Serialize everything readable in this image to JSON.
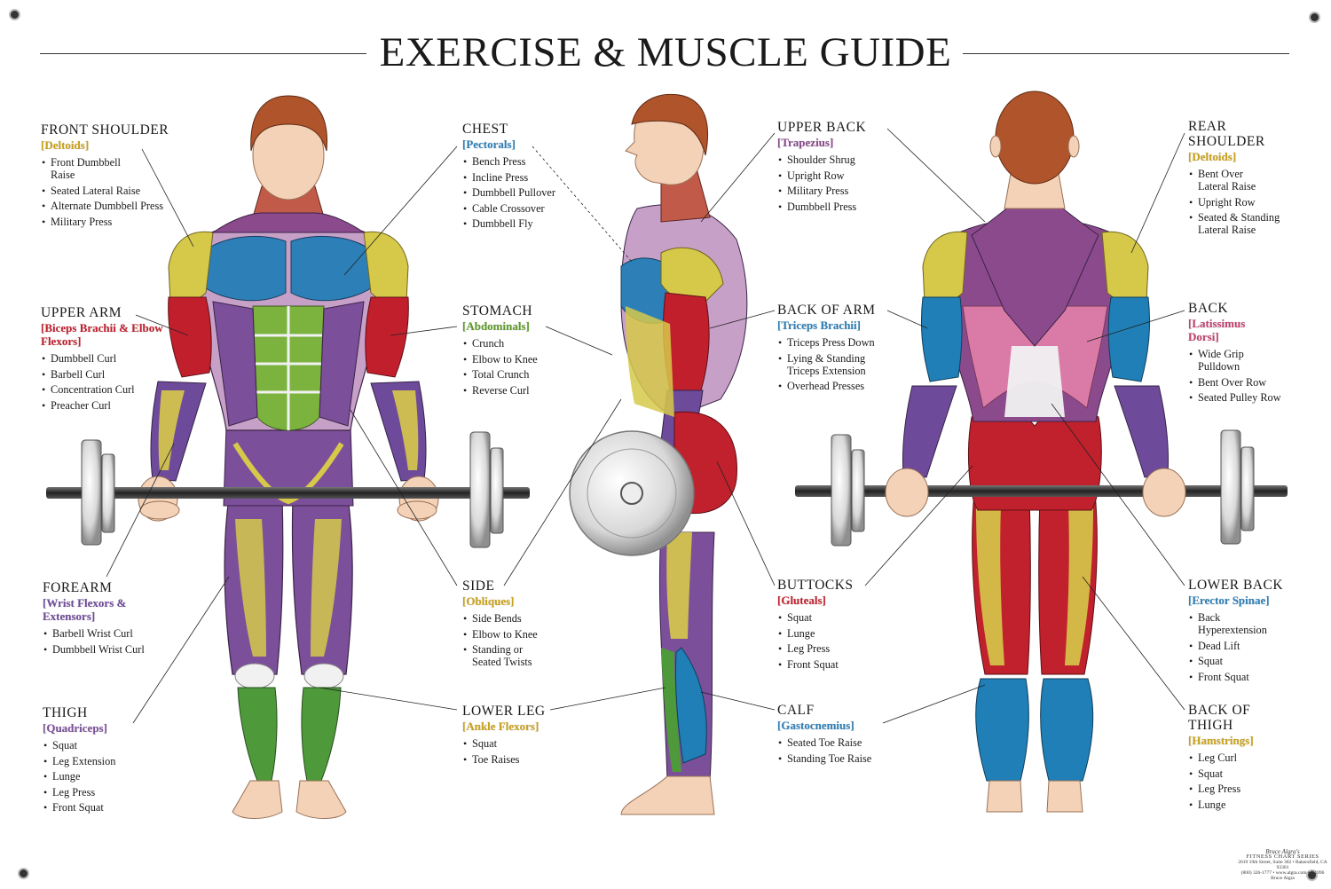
{
  "title": "EXERCISE & MUSCLE GUIDE",
  "colors": {
    "pectorals": "#2d7fb8",
    "abdominals": "#7bb33e",
    "deltoids": "#d6c94a",
    "biceps": "#c21f2d",
    "trapezius": "#8b4a8c",
    "latissimus": "#d97ba6",
    "gluteals": "#c0212c",
    "calves": "#1f7fb6",
    "forearm": "#6e4a9a",
    "quadriceps": "#7c4f9a",
    "tendon": "#f1f1f1",
    "skin": "#f3d2b8",
    "hair": "#b0542b",
    "bar": "#2a2a2a",
    "plate": "#cfcfcf"
  },
  "sections": [
    {
      "key": "front_shoulder",
      "heading": "FRONT SHOULDER",
      "muscle": "[Deltoids]",
      "muscle_color": "#c9a21b",
      "exercises": [
        "Front Dumbbell Raise",
        "Seated Lateral Raise",
        "Alternate Dumbbell Press",
        "Military Press"
      ]
    },
    {
      "key": "upper_arm",
      "heading": "UPPER ARM",
      "muscle": "[Biceps Brachii & Elbow Flexors]",
      "muscle_color": "#c21f2d",
      "exercises": [
        "Dumbbell Curl",
        "Barbell Curl",
        "Concentration Curl",
        "Preacher Curl"
      ]
    },
    {
      "key": "forearm",
      "heading": "FOREARM",
      "muscle": "[Wrist Flexors & Extensors]",
      "muscle_color": "#6e4a9a",
      "exercises": [
        "Barbell Wrist Curl",
        "Dumbbell Wrist Curl"
      ]
    },
    {
      "key": "thigh",
      "heading": "THIGH",
      "muscle": "[Quadriceps]",
      "muscle_color": "#7c4f9a",
      "exercises": [
        "Squat",
        "Leg Extension",
        "Lunge",
        "Leg Press",
        "Front Squat"
      ]
    },
    {
      "key": "chest",
      "heading": "CHEST",
      "muscle": "[Pectorals]",
      "muscle_color": "#2d7fb8",
      "exercises": [
        "Bench Press",
        "Incline Press",
        "Dumbbell Pullover",
        "Cable Crossover",
        "Dumbbell Fly"
      ]
    },
    {
      "key": "stomach",
      "heading": "STOMACH",
      "muscle": "[Abdominals]",
      "muscle_color": "#5e9a2a",
      "exercises": [
        "Crunch",
        "Elbow to Knee",
        "Total Crunch",
        "Reverse Curl"
      ]
    },
    {
      "key": "side",
      "heading": "SIDE",
      "muscle": "[Obliques]",
      "muscle_color": "#c9a21b",
      "exercises": [
        "Side Bends",
        "Elbow to Knee",
        "Standing or Seated Twists"
      ]
    },
    {
      "key": "lower_leg",
      "heading": "LOWER LEG",
      "muscle": "[Ankle Flexors]",
      "muscle_color": "#c9a21b",
      "exercises": [
        "Squat",
        "Toe Raises"
      ]
    },
    {
      "key": "upper_back",
      "heading": "UPPER BACK",
      "muscle": "[Trapezius]",
      "muscle_color": "#8b4a8c",
      "exercises": [
        "Shoulder Shrug",
        "Upright Row",
        "Military Press",
        "Dumbbell Press"
      ]
    },
    {
      "key": "back_of_arm",
      "heading": "BACK OF ARM",
      "muscle": "[Triceps Brachii]",
      "muscle_color": "#2d7fb8",
      "exercises": [
        "Triceps Press Down",
        "Lying & Standing Triceps Extension",
        "Overhead Presses"
      ]
    },
    {
      "key": "buttocks",
      "heading": "BUTTOCKS",
      "muscle": "[Gluteals]",
      "muscle_color": "#c21f2d",
      "exercises": [
        "Squat",
        "Lunge",
        "Leg Press",
        "Front Squat"
      ]
    },
    {
      "key": "calf",
      "heading": "CALF",
      "muscle": "[Gastocnemius]",
      "muscle_color": "#2d7fb8",
      "exercises": [
        "Seated Toe Raise",
        "Standing Toe Raise"
      ]
    },
    {
      "key": "rear_shoulder",
      "heading": "REAR SHOULDER",
      "muscle": "[Deltoids]",
      "muscle_color": "#c9a21b",
      "exercises": [
        "Bent Over Lateral Raise",
        "Upright Row",
        "Seated & Standing Lateral Raise"
      ]
    },
    {
      "key": "back",
      "heading": "BACK",
      "muscle": "[Latissimus Dorsi]",
      "muscle_color": "#c2416f",
      "exercises": [
        "Wide Grip Pulldown",
        "Bent Over Row",
        "Seated Pulley Row"
      ]
    },
    {
      "key": "lower_back",
      "heading": "LOWER BACK",
      "muscle": "[Erector Spinae]",
      "muscle_color": "#2d7fb8",
      "exercises": [
        "Back Hyperextension",
        "Dead Lift",
        "Squat",
        "Front Squat"
      ]
    },
    {
      "key": "back_of_thigh",
      "heading": "BACK OF THIGH",
      "muscle": "[Hamstrings]",
      "muscle_color": "#c9a21b",
      "exercises": [
        "Leg Curl",
        "Squat",
        "Leg Press",
        "Lunge"
      ]
    }
  ],
  "imprint": {
    "brand": "Bruce Algra's",
    "series": "FITNESS CHART SERIES",
    "address": "2019 19th Street, Suite 302 • Bakersfield, CA 93301",
    "contact": "(800) 326-1777 • www.algra.com • ©1996 Bruce Algra"
  }
}
